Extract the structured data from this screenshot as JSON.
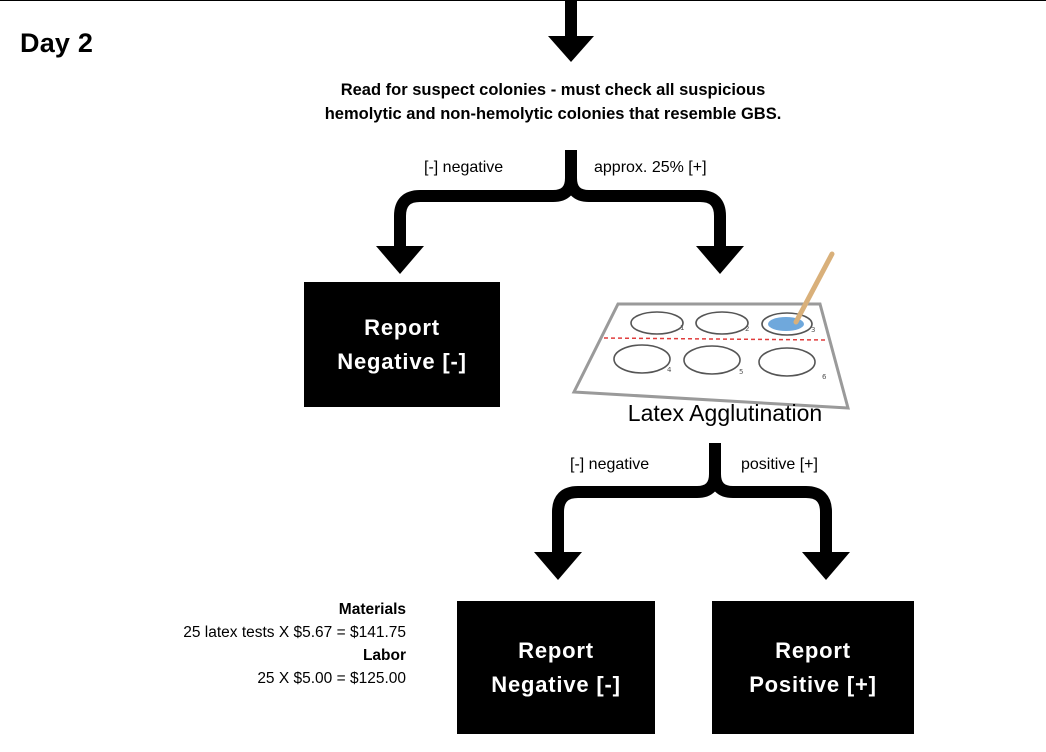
{
  "day_title": "Day 2",
  "instruction": {
    "line1": "Read for suspect colonies - must check all suspicious",
    "line2": "hemolytic and non-hemolytic colonies that resemble GBS."
  },
  "branch1": {
    "left_label": "[-] negative",
    "right_label": "approx. 25% [+]"
  },
  "box_top_negative": {
    "line1": "Report",
    "line2": "Negative [-]"
  },
  "latex": {
    "caption": "Latex Agglutination",
    "well_numbers": [
      "1",
      "2",
      "3",
      "4",
      "5",
      "6"
    ],
    "colors": {
      "positive_well": "#6fa8dc",
      "divider": "#e03c3c",
      "stick": "#d9b07a"
    }
  },
  "branch2": {
    "left_label": "[-] negative",
    "right_label": "positive [+]"
  },
  "box_bottom_negative": {
    "line1": "Report",
    "line2": "Negative [-]"
  },
  "box_bottom_positive": {
    "line1": "Report",
    "line2": "Positive [+]"
  },
  "costs": {
    "materials_heading": "Materials",
    "materials_line": "25 latex tests X $5.67 = $141.75",
    "labor_heading": "Labor",
    "labor_line": "25 X $5.00 = $125.00"
  }
}
